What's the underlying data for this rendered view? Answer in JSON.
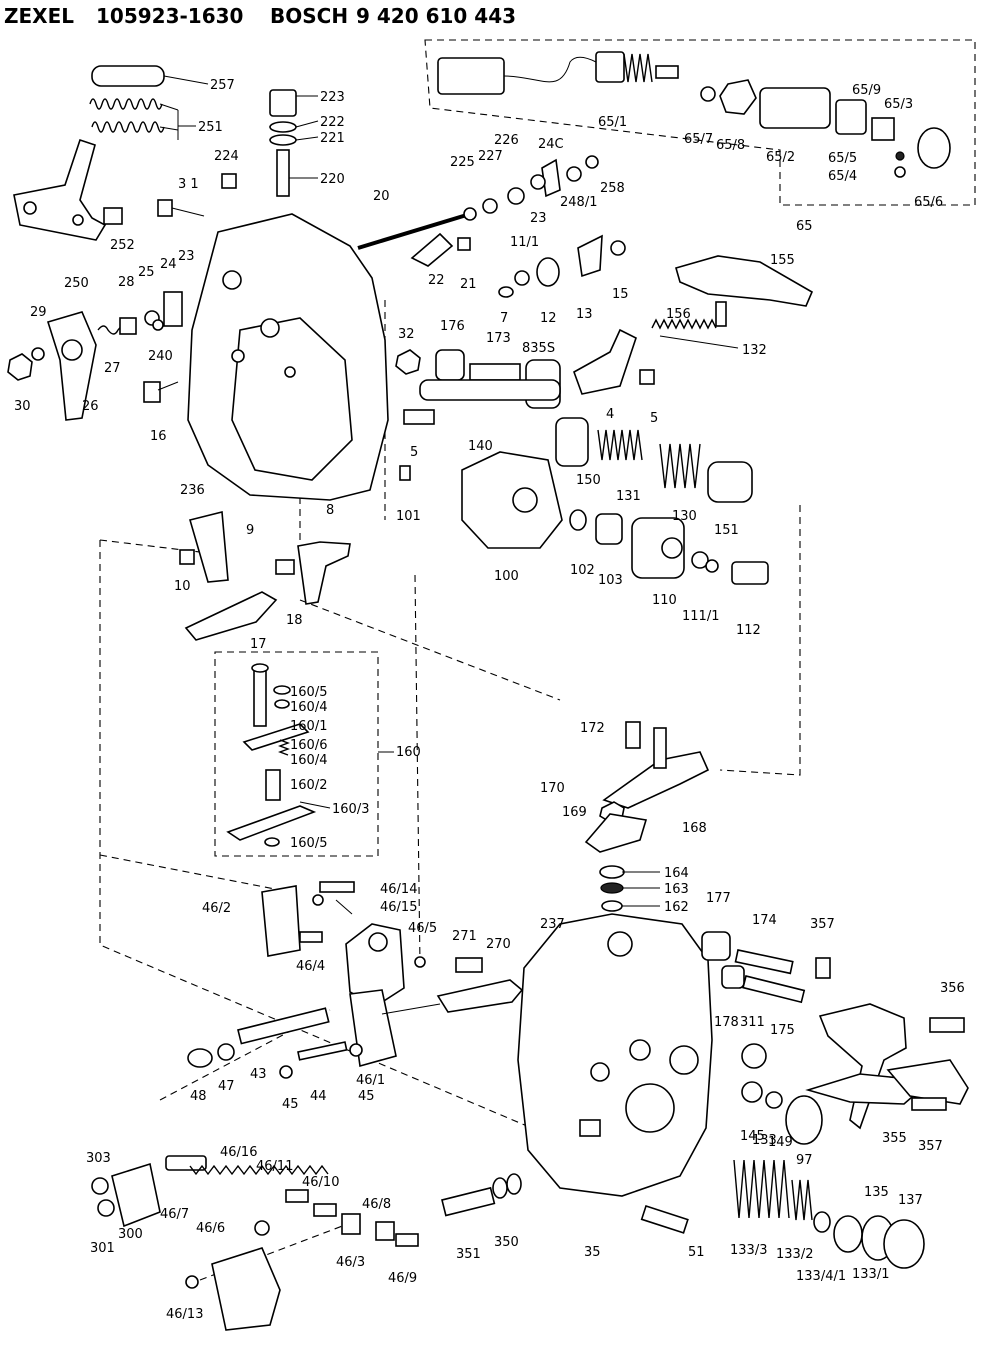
{
  "header": {
    "brand1": "ZEXEL",
    "number1": "105923-1630",
    "brand2": "BOSCH",
    "number2": "9 420 610 443"
  },
  "callouts": {
    "c257": "257",
    "c251": "251",
    "c250": "250",
    "c252": "252",
    "c223": "223",
    "c222": "222",
    "c221": "221",
    "c220": "220",
    "c224": "224",
    "c31": "3 1",
    "c20": "20",
    "c225": "225",
    "c227": "227",
    "c226": "226",
    "c24c": "24C",
    "c23a": "23",
    "c248_1": "248/1",
    "c258": "258",
    "c22": "22",
    "c21": "21",
    "c11_1": "11/1",
    "c7": "7",
    "c12": "12",
    "c13": "13",
    "c15": "15",
    "c29": "29",
    "c28": "28",
    "c25": "25",
    "c24": "24",
    "c23b": "23",
    "c30": "30",
    "c26": "26",
    "c27": "27",
    "c240": "240",
    "c16": "16",
    "c236": "236",
    "c32": "32",
    "c176": "176",
    "c173": "173",
    "c835s": "835S",
    "c5a": "5",
    "c140": "140",
    "c5b": "5",
    "c4": "4",
    "c101": "101",
    "c150": "150",
    "c131": "131",
    "c130": "130",
    "c151": "151",
    "c65_1": "65/1",
    "c65_7": "65/7",
    "c65_8": "65/8",
    "c65_2": "65/2",
    "c65_9": "65/9",
    "c65_3": "65/3",
    "c65_5": "65/5",
    "c65_4": "65/4",
    "c65_6": "65/6",
    "c65": "65",
    "c155": "155",
    "c156": "156",
    "c132": "132",
    "c9": "9",
    "c10": "10",
    "c17": "17",
    "c18": "18",
    "c8": "8",
    "c100": "100",
    "c102": "102",
    "c103": "103",
    "c110": "110",
    "c111_1": "111/1",
    "c112": "112",
    "c160_5a": "160/5",
    "c160_4a": "160/4",
    "c160_1": "160/1",
    "c160_6": "160/6",
    "c160_4b": "160/4",
    "c160_2": "160/2",
    "c160_3": "160/3",
    "c160_5b": "160/5",
    "c160": "160",
    "c172": "172",
    "c170": "170",
    "c169": "169",
    "c168": "168",
    "c164": "164",
    "c163": "163",
    "c162": "162",
    "c46_14": "46/14",
    "c46_15": "46/15",
    "c46_2": "46/2",
    "c46_5": "46/5",
    "c46_4": "46/4",
    "c271": "271",
    "c270": "270",
    "c237": "237",
    "c177": "177",
    "c174": "174",
    "c357a": "357",
    "c178": "178",
    "c311": "311",
    "c175": "175",
    "c356": "356",
    "c48": "48",
    "c47": "47",
    "c43": "43",
    "c45a": "45",
    "c44": "44",
    "c46_1": "46/1",
    "c45b": "45",
    "c145": "145",
    "c149": "149",
    "c97": "97",
    "c355": "355",
    "c357b": "357",
    "c303": "303",
    "c46_16": "46/16",
    "c46_11": "46/11",
    "c46_10": "46/10",
    "c46_8": "46/8",
    "c46_7": "46/7",
    "c300": "300",
    "c301": "301",
    "c46_6": "46/6",
    "c46_3": "46/3",
    "c46_9": "46/9",
    "c46_13": "46/13",
    "c351": "351",
    "c350": "350",
    "c35": "35",
    "c51": "51",
    "c133": "133",
    "c135": "135",
    "c137": "137",
    "c133_3": "133/3",
    "c133_2": "133/2",
    "c133_4_1": "133/4/1",
    "c133_1": "133/1"
  }
}
